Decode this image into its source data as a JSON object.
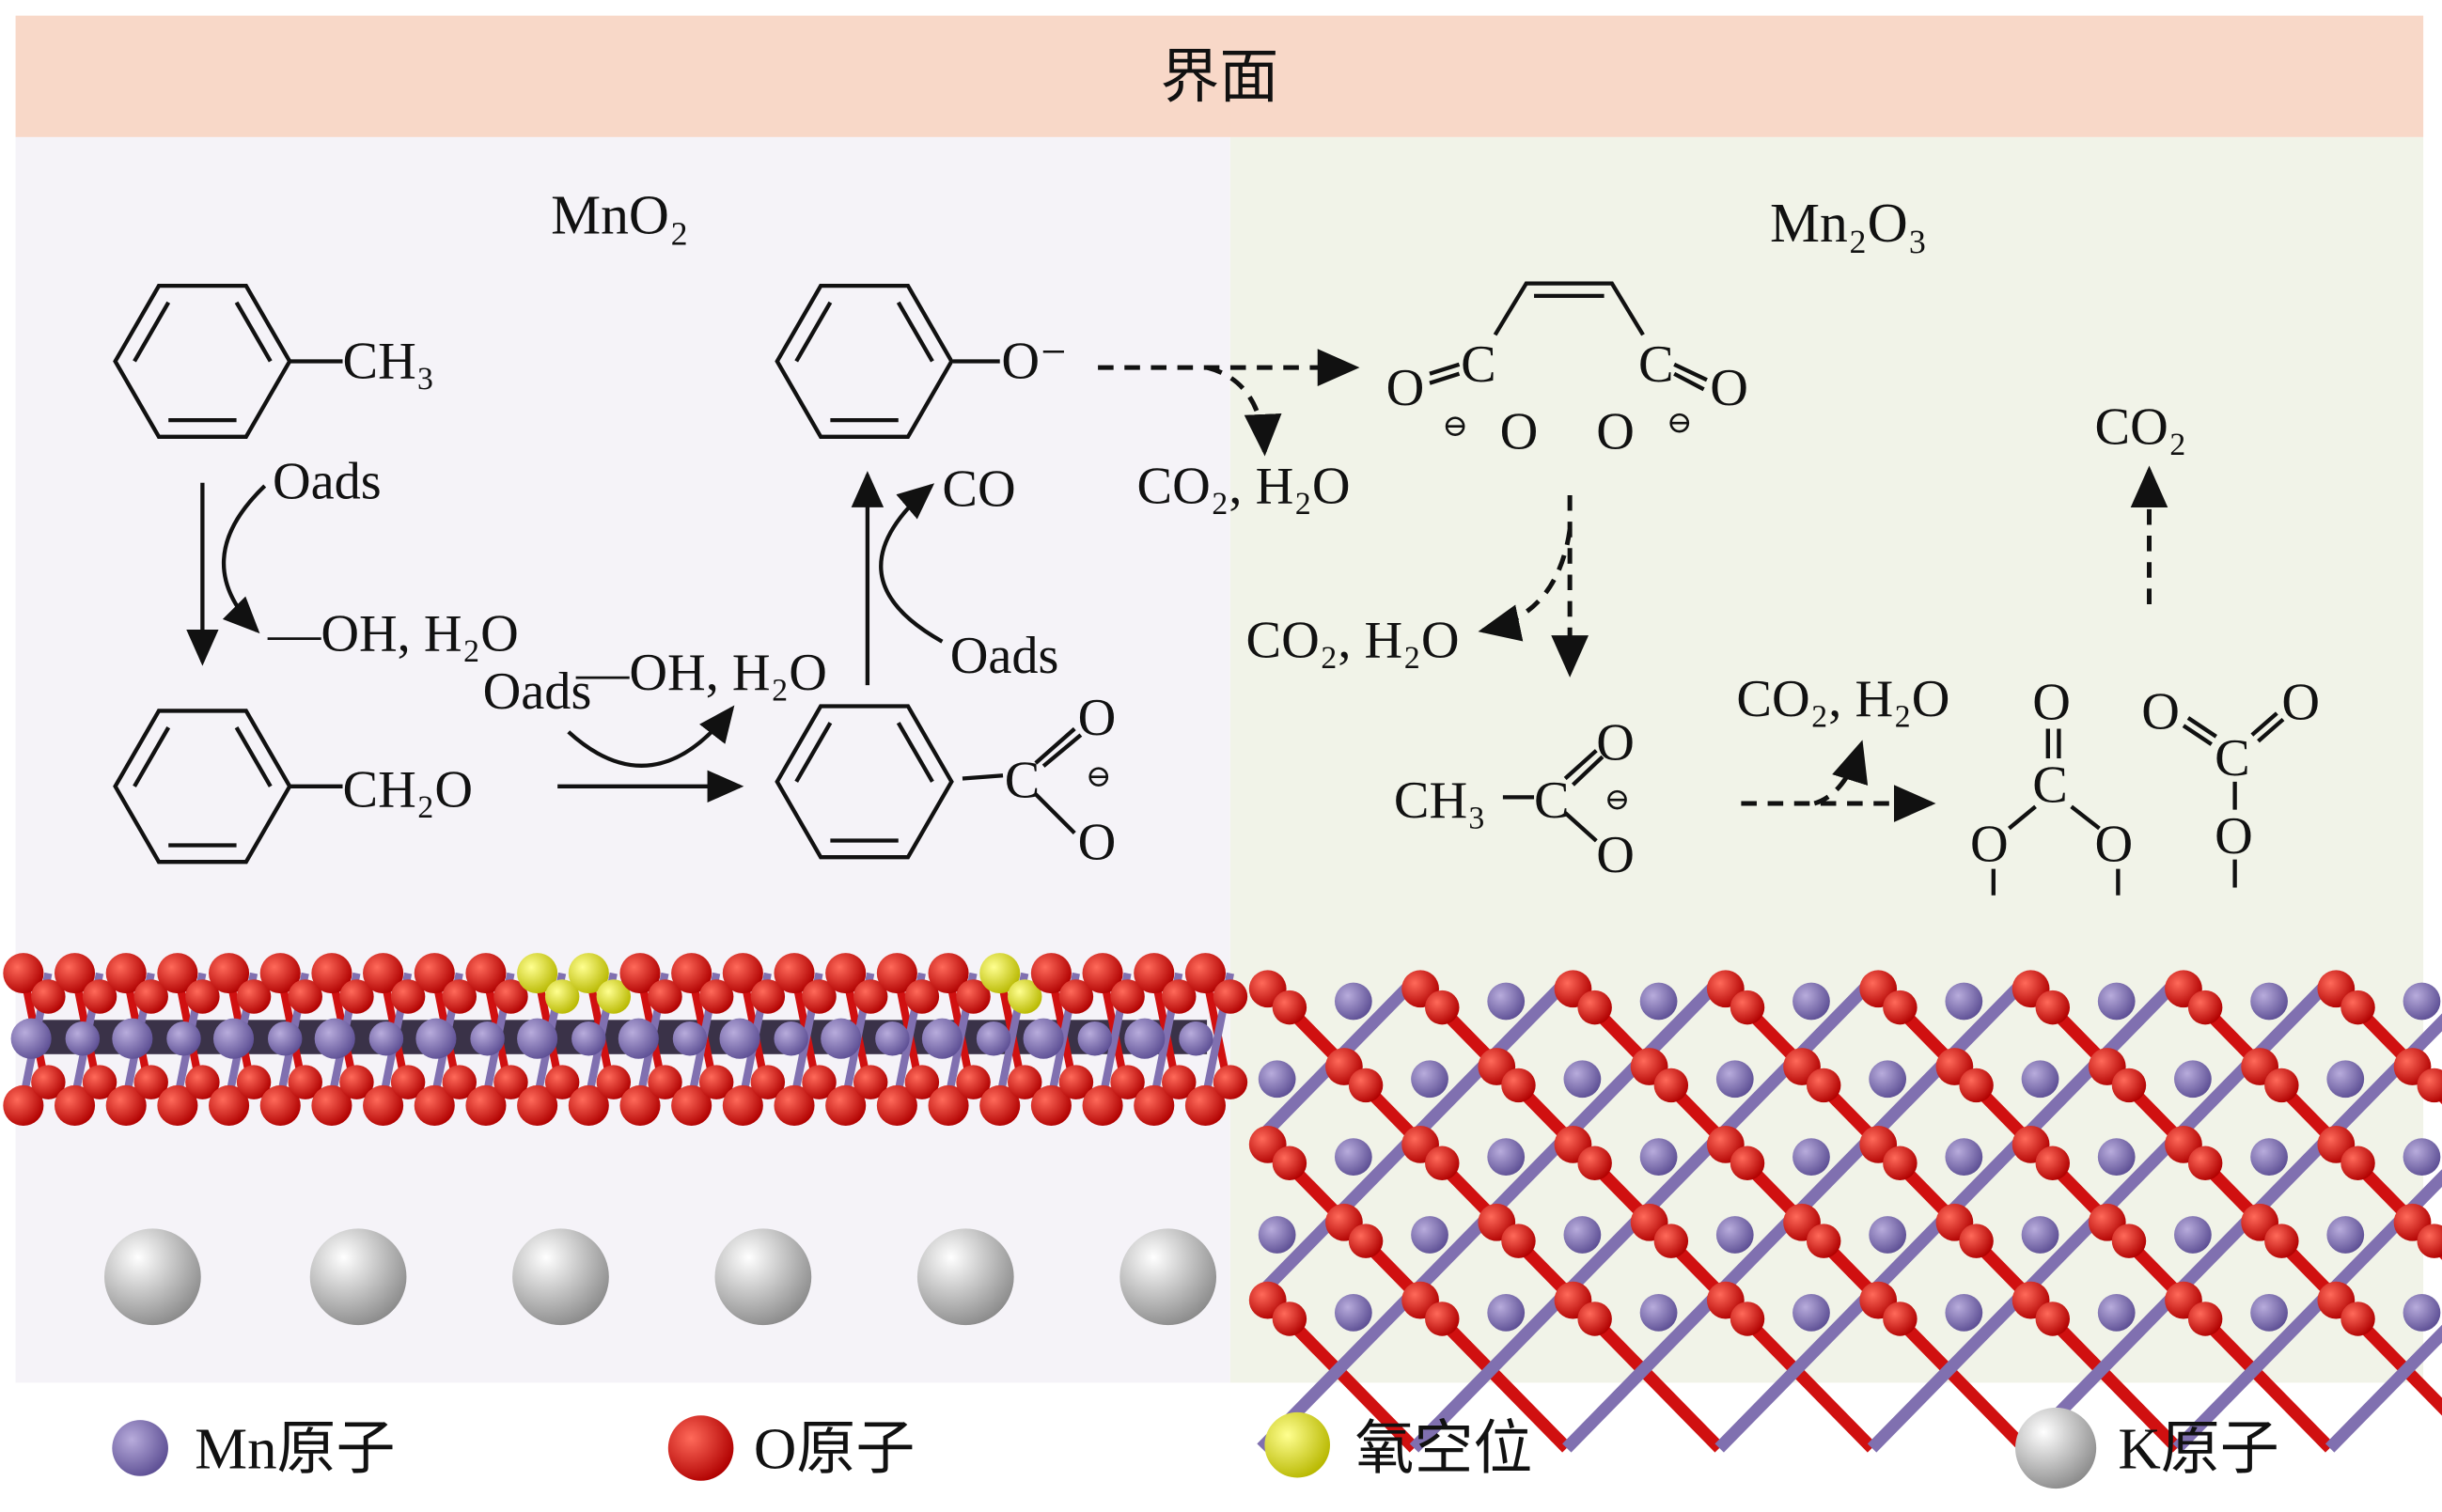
{
  "header": {
    "title": "界面"
  },
  "panels": {
    "left_title": "MnO₂",
    "right_title": "Mn₂O₃"
  },
  "colors": {
    "header_bg": "#f8d8c8",
    "left_bg": "#f5f3f8",
    "right_bg": "#f1f3e8",
    "mn": "#7f6fb0",
    "o": "#e01515",
    "vacancy": "#e8e830",
    "k": "#d8d8d8"
  },
  "mno2_path": {
    "toluene_sub": "CH₃",
    "oads_1": "Oads",
    "byprod_1": "—OH, H₂O",
    "benzaldehyde_sub": "CH₂O",
    "oads_2": "Oads",
    "byprod_2": "—OH, H₂O",
    "co": "CO",
    "oads_3": "Oads",
    "phenolate_sub": "O⁻",
    "benzoate_c": "C",
    "benzoate_o1": "O",
    "benzoate_o2": "O",
    "benzoate_charge": "⊖"
  },
  "mn2o3_path": {
    "co2_h2o_1": "CO₂, H₂O",
    "maleate_o": [
      "O",
      "C",
      "O",
      "O",
      "C",
      "O"
    ],
    "maleate_charges": [
      "⊖",
      "⊖"
    ],
    "co2_h2o_2": "CO₂, H₂O",
    "acetate_ch3": "CH₃",
    "acetate_c": "C",
    "acetate_o1": "O",
    "acetate_o2": "O",
    "acetate_charge": "⊖",
    "co2_h2o_3": "CO₂, H₂O",
    "carbonate_1": [
      "O",
      "C",
      "O",
      "O"
    ],
    "carbonate_2": [
      "O",
      "C",
      "O",
      "O"
    ],
    "co2": "CO₂"
  },
  "legend": [
    {
      "label": "Mn原子"
    },
    {
      "label": "O原子"
    },
    {
      "label": "氧空位"
    },
    {
      "label": "K原子"
    }
  ]
}
